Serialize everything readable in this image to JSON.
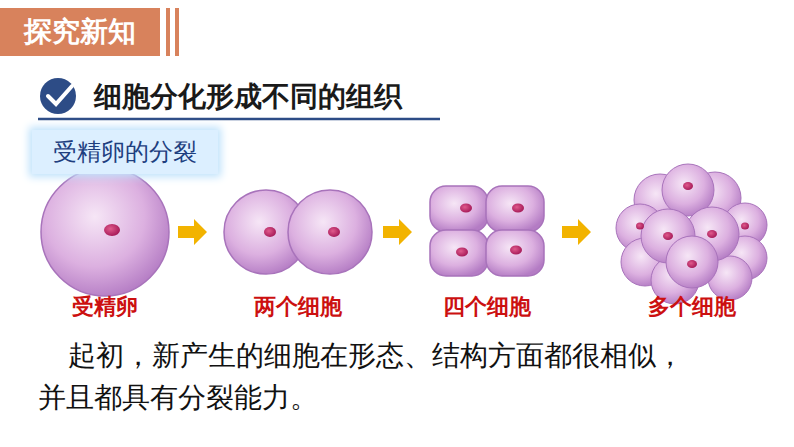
{
  "diagram": {
    "title": "细胞分化形成不同的组织",
    "nodes": [
      {
        "text": [
          "探究新知"
        ]
      },
      {
        "text": [
          "受精卵的分裂"
        ]
      }
    ],
    "labels": [
      "受精卵",
      "两个细胞",
      "四个细胞",
      "多个细胞",
      "起初，新产生的细胞在形态、结构方面都很相似， 并且都具有分裂能力。"
    ]
  }
}
